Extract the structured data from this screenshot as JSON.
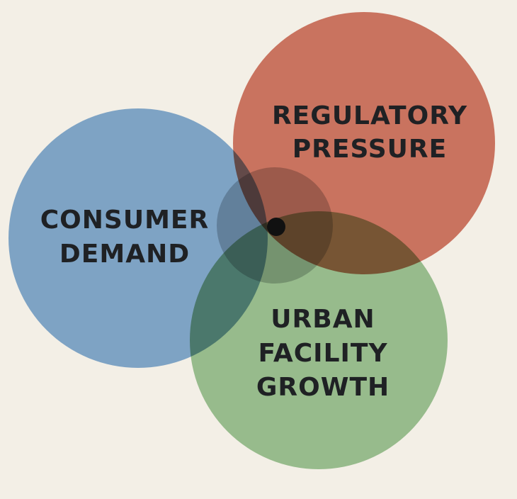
{
  "diagram": {
    "type": "venn",
    "sets": [
      {
        "id": "consumer",
        "lines": [
          "CONSUMER",
          "DEMAND"
        ],
        "color": "#7ea3c4"
      },
      {
        "id": "regulatory",
        "lines": [
          "REGULATORY",
          "PRESSURE"
        ],
        "color": "#c9735f"
      },
      {
        "id": "urban",
        "lines": [
          "URBAN",
          "FACILITY",
          "GROWTH"
        ],
        "color": "#97bb8c"
      }
    ],
    "intersection_color": "#5b5f66",
    "center_dot_color": "#111111",
    "background": "#f3efe6"
  }
}
